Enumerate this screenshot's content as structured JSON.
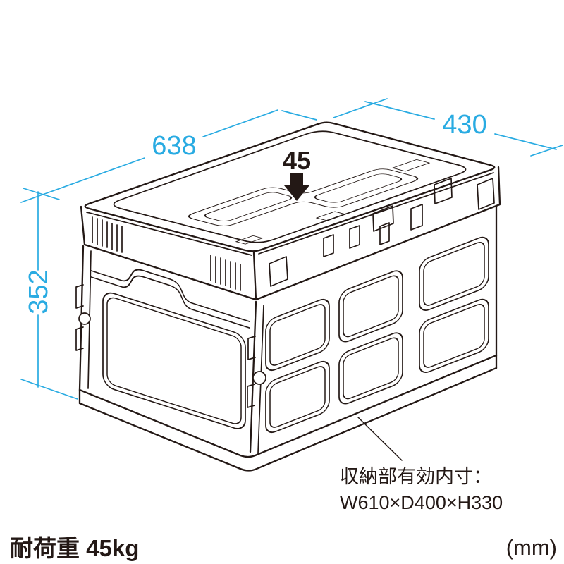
{
  "colors": {
    "accent": "#29ABE2",
    "ink": "#231815"
  },
  "diagram": {
    "dim_width": "638",
    "dim_depth": "430",
    "dim_height": "352",
    "lid_load": "45"
  },
  "note": {
    "line1": "収納部有効内寸：",
    "line2": "W610×D400×H330"
  },
  "footer": {
    "load_capacity": "耐荷重 45kg",
    "unit": "(mm)"
  }
}
